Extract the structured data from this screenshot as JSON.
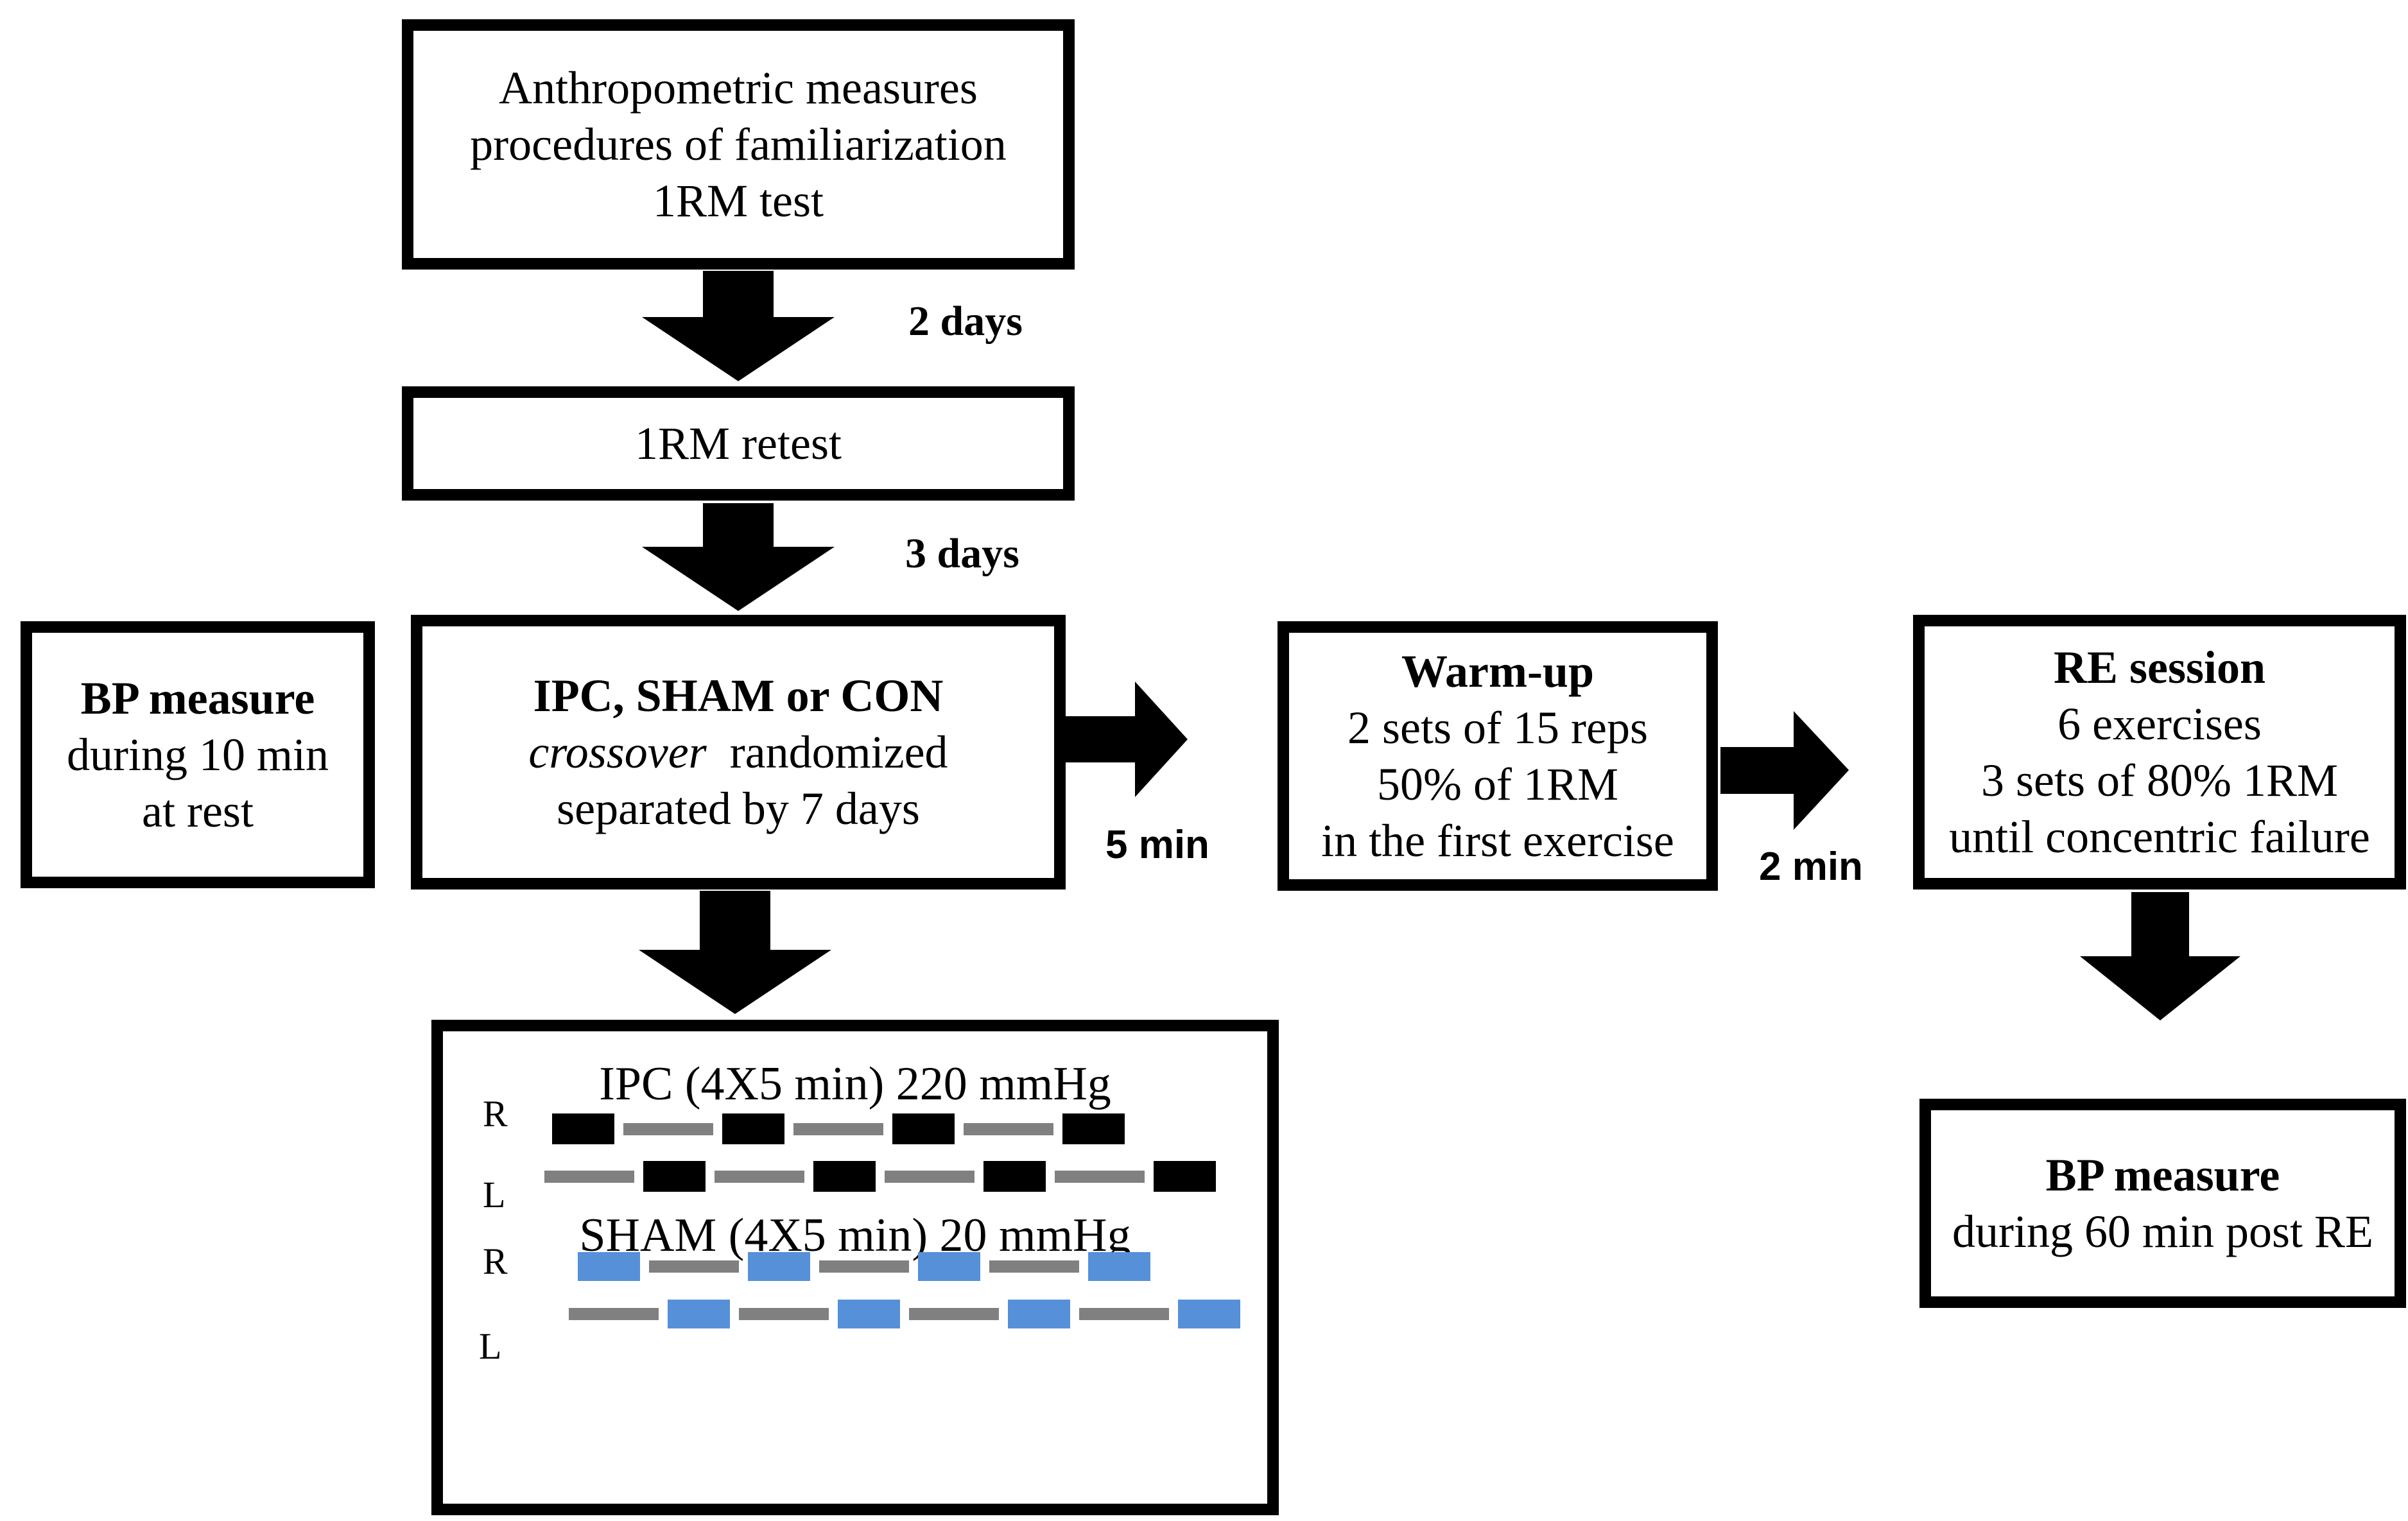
{
  "diagram": {
    "boxes": {
      "anthro": {
        "lines": [
          "Anthropometric measures",
          "procedures  of familiarization",
          "1RM test"
        ]
      },
      "retest": {
        "lines": [
          "1RM retest"
        ]
      },
      "bp_rest": {
        "title": "BP measure",
        "lines": [
          "during 10 min",
          "at rest"
        ]
      },
      "intervention": {
        "title": "IPC, SHAM or CON",
        "line2_italic": "crossover",
        "line2_rest": "  randomized",
        "line3": "separated  by 7 days"
      },
      "warmup": {
        "title": "Warm-up",
        "lines": [
          "2 sets of 15 reps",
          "50% of  1RM",
          "in the first exercise"
        ]
      },
      "re_session": {
        "title": "RE session",
        "lines": [
          "6 exercises",
          "3 sets of 80% 1RM",
          "until concentric  failure"
        ]
      },
      "bp_post": {
        "title": "BP measure",
        "lines": [
          "during 60  min post RE"
        ]
      }
    },
    "intervals": {
      "after_anthro": "2 days",
      "after_retest": "3 days",
      "before_warmup": "5 min",
      "before_re": "2 min"
    },
    "protocol": {
      "ipc_title": "IPC (4X5 min) 220 mmHg",
      "sham_title": "SHAM (4X5  min) 20 mmHg",
      "colors": {
        "ipc_cuff": "#000000",
        "sham_cuff": "#5590d8",
        "rest": "#808080"
      },
      "rows": [
        {
          "label": "R",
          "group": "ipc",
          "sequence": [
            "cuff",
            "rest",
            "cuff",
            "rest",
            "cuff",
            "rest",
            "cuff"
          ]
        },
        {
          "label": "L",
          "group": "ipc",
          "sequence": [
            "rest",
            "cuff",
            "rest",
            "cuff",
            "rest",
            "cuff",
            "rest",
            "cuff"
          ]
        },
        {
          "label": "R",
          "group": "sham",
          "sequence": [
            "cuff",
            "rest",
            "cuff",
            "rest",
            "cuff",
            "rest",
            "cuff"
          ]
        },
        {
          "label": "L",
          "group": "sham",
          "sequence": [
            "rest",
            "cuff",
            "rest",
            "cuff",
            "rest",
            "cuff",
            "rest",
            "cuff"
          ]
        }
      ]
    }
  }
}
